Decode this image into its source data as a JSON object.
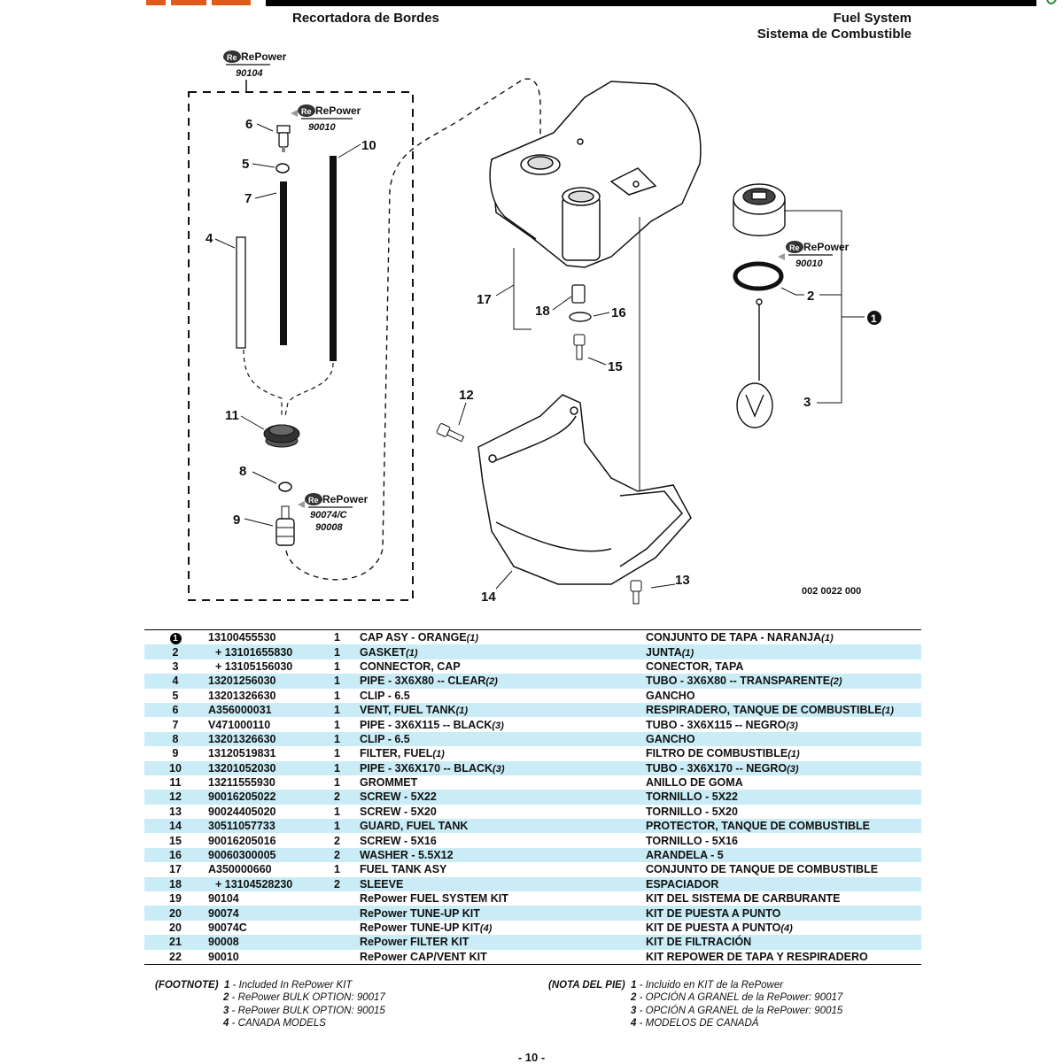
{
  "header": {
    "left_title": "Recortadora de Bordes",
    "right_title_en": "Fuel System",
    "right_title_es": "Sistema de Combustible"
  },
  "diagram": {
    "callouts": [
      "1",
      "2",
      "3",
      "4",
      "5",
      "6",
      "7",
      "8",
      "9",
      "10",
      "11",
      "12",
      "13",
      "14",
      "15",
      "16",
      "17",
      "18"
    ],
    "repower_brand": "RePower",
    "kits": {
      "top": "90104",
      "vent": "90010",
      "cap": "90010",
      "filter_a": "90074/C",
      "filter_b": "90008"
    },
    "reference_code": "002 0022 000"
  },
  "parts_table": {
    "rows": [
      {
        "ref": "1",
        "part": "13100455530",
        "qty": "1",
        "desc_en": "CAP ASY - ORANGE",
        "note_en": "(1)",
        "desc_es": "CONJUNTO DE TAPA - NARANJA",
        "note_es": "(1)"
      },
      {
        "ref": "2",
        "part": "+ 13101655830",
        "qty": "1",
        "desc_en": "GASKET",
        "note_en": "(1)",
        "desc_es": "JUNTA",
        "note_es": "(1)"
      },
      {
        "ref": "3",
        "part": "+ 13105156030",
        "qty": "1",
        "desc_en": "CONNECTOR, CAP",
        "note_en": "",
        "desc_es": "CONECTOR, TAPA",
        "note_es": ""
      },
      {
        "ref": "4",
        "part": "13201256030",
        "qty": "1",
        "desc_en": "PIPE - 3X6X80 -- CLEAR",
        "note_en": "(2)",
        "desc_es": "TUBO - 3X6X80 -- TRANSPARENTE",
        "note_es": "(2)"
      },
      {
        "ref": "5",
        "part": "13201326630",
        "qty": "1",
        "desc_en": "CLIP - 6.5",
        "note_en": "",
        "desc_es": "GANCHO",
        "note_es": ""
      },
      {
        "ref": "6",
        "part": "A356000031",
        "qty": "1",
        "desc_en": "VENT, FUEL TANK",
        "note_en": "(1)",
        "desc_es": "RESPIRADERO, TANQUE DE COMBUSTIBLE",
        "note_es": "(1)"
      },
      {
        "ref": "7",
        "part": "V471000110",
        "qty": "1",
        "desc_en": "PIPE - 3X6X115 -- BLACK",
        "note_en": "(3)",
        "desc_es": "TUBO - 3X6X115 -- NEGRO",
        "note_es": "(3)"
      },
      {
        "ref": "8",
        "part": "13201326630",
        "qty": "1",
        "desc_en": "CLIP - 6.5",
        "note_en": "",
        "desc_es": "GANCHO",
        "note_es": ""
      },
      {
        "ref": "9",
        "part": "13120519831",
        "qty": "1",
        "desc_en": "FILTER, FUEL",
        "note_en": "(1)",
        "desc_es": "FILTRO DE COMBUSTIBLE",
        "note_es": "(1)"
      },
      {
        "ref": "10",
        "part": "13201052030",
        "qty": "1",
        "desc_en": "PIPE - 3X6X170 -- BLACK",
        "note_en": "(3)",
        "desc_es": "TUBO - 3X6X170 -- NEGRO",
        "note_es": "(3)"
      },
      {
        "ref": "11",
        "part": "13211555930",
        "qty": "1",
        "desc_en": "GROMMET",
        "note_en": "",
        "desc_es": "ANILLO DE GOMA",
        "note_es": ""
      },
      {
        "ref": "12",
        "part": "90016205022",
        "qty": "2",
        "desc_en": "SCREW - 5X22",
        "note_en": "",
        "desc_es": "TORNILLO - 5X22",
        "note_es": ""
      },
      {
        "ref": "13",
        "part": "90024405020",
        "qty": "1",
        "desc_en": "SCREW - 5X20",
        "note_en": "",
        "desc_es": "TORNILLO - 5X20",
        "note_es": ""
      },
      {
        "ref": "14",
        "part": "30511057733",
        "qty": "1",
        "desc_en": "GUARD, FUEL TANK",
        "note_en": "",
        "desc_es": "PROTECTOR, TANQUE DE COMBUSTIBLE",
        "note_es": ""
      },
      {
        "ref": "15",
        "part": "90016205016",
        "qty": "2",
        "desc_en": "SCREW - 5X16",
        "note_en": "",
        "desc_es": "TORNILLO - 5X16",
        "note_es": ""
      },
      {
        "ref": "16",
        "part": "90060300005",
        "qty": "2",
        "desc_en": "WASHER - 5.5X12",
        "note_en": "",
        "desc_es": "ARANDELA - 5",
        "note_es": ""
      },
      {
        "ref": "17",
        "part": "A350000660",
        "qty": "1",
        "desc_en": "FUEL TANK ASY",
        "note_en": "",
        "desc_es": "CONJUNTO DE TANQUE DE COMBUSTIBLE",
        "note_es": ""
      },
      {
        "ref": "18",
        "part": "+ 13104528230",
        "qty": "2",
        "desc_en": "SLEEVE",
        "note_en": "",
        "desc_es": "ESPACIADOR",
        "note_es": ""
      },
      {
        "ref": "19",
        "part": "90104",
        "qty": "",
        "desc_en": "RePower FUEL SYSTEM KIT",
        "note_en": "",
        "desc_es": "KIT DEL SISTEMA DE CARBURANTE",
        "note_es": ""
      },
      {
        "ref": "20",
        "part": "90074",
        "qty": "",
        "desc_en": "RePower TUNE-UP KIT",
        "note_en": "",
        "desc_es": "KIT DE PUESTA A PUNTO",
        "note_es": ""
      },
      {
        "ref": "20",
        "part": "90074C",
        "qty": "",
        "desc_en": "RePower TUNE-UP KIT",
        "note_en": "(4)",
        "desc_es": "KIT DE PUESTA A PUNTO",
        "note_es": "(4)"
      },
      {
        "ref": "21",
        "part": "90008",
        "qty": "",
        "desc_en": "RePower FILTER KIT",
        "note_en": "",
        "desc_es": "KIT DE FILTRACIÓN",
        "note_es": ""
      },
      {
        "ref": "22",
        "part": "90010",
        "qty": "",
        "desc_en": "RePower CAP/VENT KIT",
        "note_en": "",
        "desc_es": "KIT REPOWER DE TAPA Y RESPIRADERO",
        "note_es": ""
      }
    ]
  },
  "footnotes": {
    "en_label": "(FOOTNOTE)",
    "es_label": "(NOTA DEL PIE)",
    "en": [
      {
        "n": "1",
        "text": "- Included In RePower KIT"
      },
      {
        "n": "2",
        "text": "- RePower BULK OPTION: 90017"
      },
      {
        "n": "3",
        "text": "- RePower BULK OPTION: 90015"
      },
      {
        "n": "4",
        "text": "- CANADA MODELS"
      }
    ],
    "es": [
      {
        "n": "1",
        "text": "- Incluido en KIT de la RePower"
      },
      {
        "n": "2",
        "text": "- OPCIÓN A GRANEL de la RePower: 90017"
      },
      {
        "n": "3",
        "text": "- OPCIÓN A GRANEL de la RePower: 90015"
      },
      {
        "n": "4",
        "text": "- MODELOS DE CANADÁ"
      }
    ]
  },
  "page_number": "- 10 -",
  "colors": {
    "row_highlight": "#c9ecf6",
    "logo_orange": "#e05a1a",
    "black": "#000000"
  }
}
